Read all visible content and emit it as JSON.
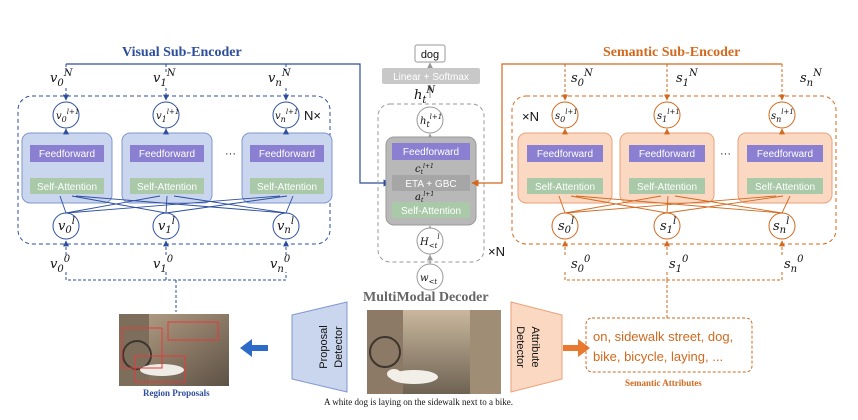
{
  "titles": {
    "visual": "Visual Sub-Encoder",
    "semantic": "Semantic Sub-Encoder",
    "decoder": "MultiModal Decoder"
  },
  "blocks": {
    "feedforward": "Feedforward",
    "self_attention": "Self-Attention",
    "eta_gbc": "ETA + GBC",
    "linear_softmax": "Linear + Softmax",
    "ellipsis": "···"
  },
  "repeat": {
    "visual": "N×",
    "semantic": "×N",
    "decoder": "×N"
  },
  "visual_nodes": {
    "top": [
      "v0N",
      "v1N",
      "vnvN"
    ],
    "out": [
      "v0l+1",
      "v1l+1",
      "vnvl+1"
    ],
    "in": [
      "v0l",
      "v1l",
      "vnvl"
    ],
    "bottom": [
      "v00",
      "v10",
      "vnv0"
    ]
  },
  "semantic_nodes": {
    "top": [
      "s0N",
      "s1N",
      "snsN"
    ],
    "out": [
      "s0l+1",
      "s1l+1",
      "snsl+1"
    ],
    "in": [
      "s0l",
      "s1l",
      "snsl"
    ],
    "bottom": [
      "s00",
      "s10",
      "sns0"
    ]
  },
  "decoder_nodes": {
    "output_word": "dog",
    "h_top": "htN",
    "h_out": "htl+1",
    "c": "ctl+1",
    "a": "atl+1",
    "h_in": "Hl<t",
    "w_in": "w<t"
  },
  "detectors": {
    "proposal": "Proposal Detector",
    "attribute": "Attribute Detector"
  },
  "attributes": {
    "line1": "on, sidewalk street, dog,",
    "line2": "bike, bicycle, laying, ..."
  },
  "captions": {
    "region_proposals": "Region Proposals",
    "semantic_attributes": "Semantic  Attributes",
    "sentence": "A white dog is laying on the sidewalk next to a bike."
  },
  "colors": {
    "visual": "#2d4e9e",
    "semantic": "#d2691e",
    "feedforward": "#8a7fd0",
    "self_attention": "#a9c9a9",
    "visual_block": "#c9d6ee",
    "semantic_block": "#fbd8c2",
    "decoder_block": "#b8b8b8"
  }
}
